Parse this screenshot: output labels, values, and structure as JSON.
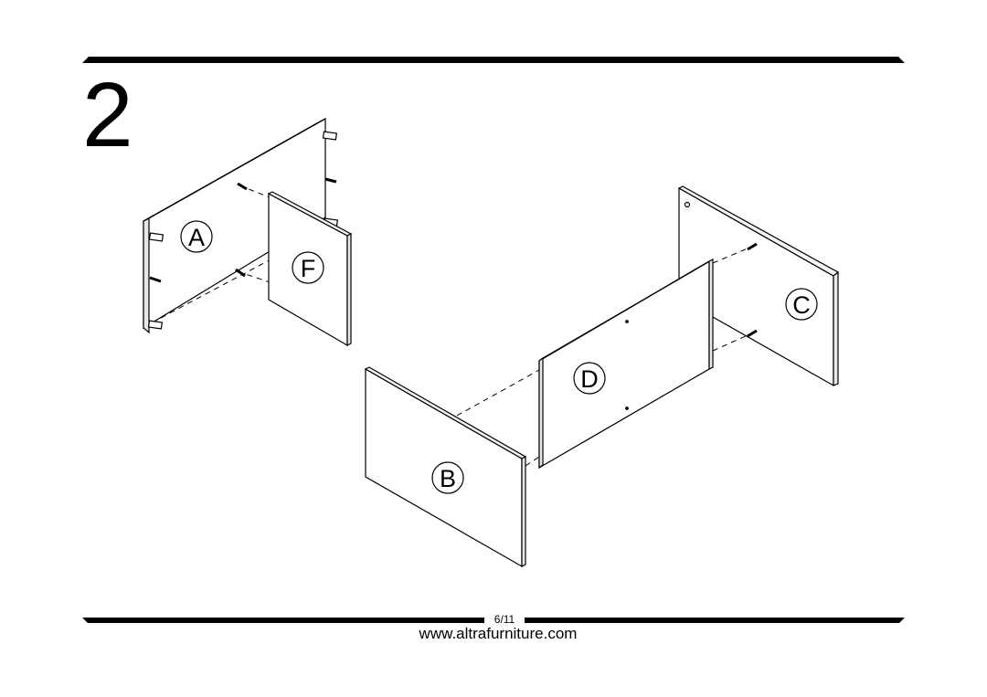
{
  "step": {
    "number": "2"
  },
  "parts": {
    "A": "A",
    "F": "F",
    "C": "C",
    "D": "D",
    "B": "B"
  },
  "footer": {
    "page_number": "6/11",
    "website": "www.altrafurniture.com"
  }
}
